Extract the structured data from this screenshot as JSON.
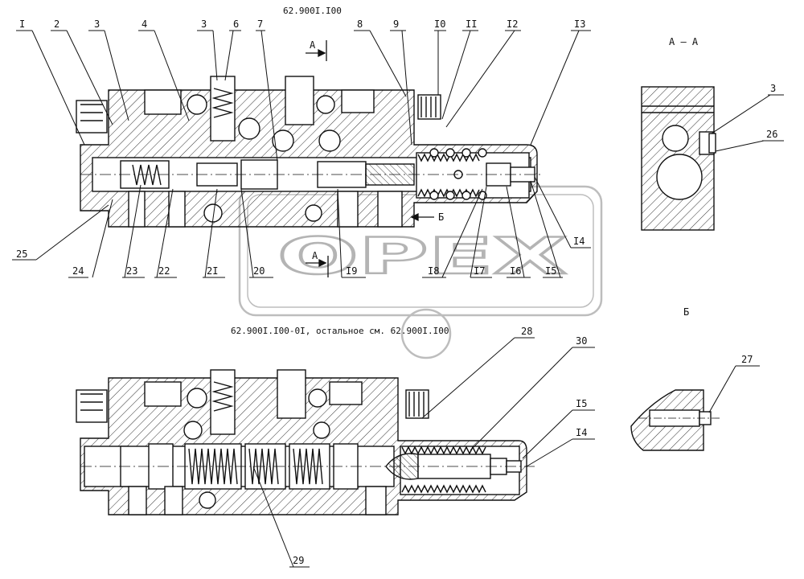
{
  "titles": {
    "top": "62.900I.I00",
    "bottom": "62.900I.I00-0I, остальное см. 62.900I.I00",
    "section_aa": "А – А",
    "view_b": "Б",
    "cut_a": "А",
    "arrow_b": "Б"
  },
  "watermark": "OPEX",
  "callouts": {
    "c1": "I",
    "c2": "2",
    "c3": "3",
    "c4": "4",
    "c3b": "3",
    "c6": "6",
    "c7": "7",
    "c8": "8",
    "c9": "9",
    "c10": "I0",
    "c11": "II",
    "c12": "I2",
    "c13": "I3",
    "c14": "I4",
    "c15": "I5",
    "c16": "I6",
    "c17": "I7",
    "c18": "I8",
    "c19": "I9",
    "c20": "20",
    "c21": "2I",
    "c22": "22",
    "c23": "23",
    "c24": "24",
    "c25": "25",
    "aa3": "3",
    "aa26": "26",
    "b27": "27",
    "c28": "28",
    "c29": "29",
    "c30": "30",
    "c15b": "I5",
    "c14b": "I4"
  }
}
